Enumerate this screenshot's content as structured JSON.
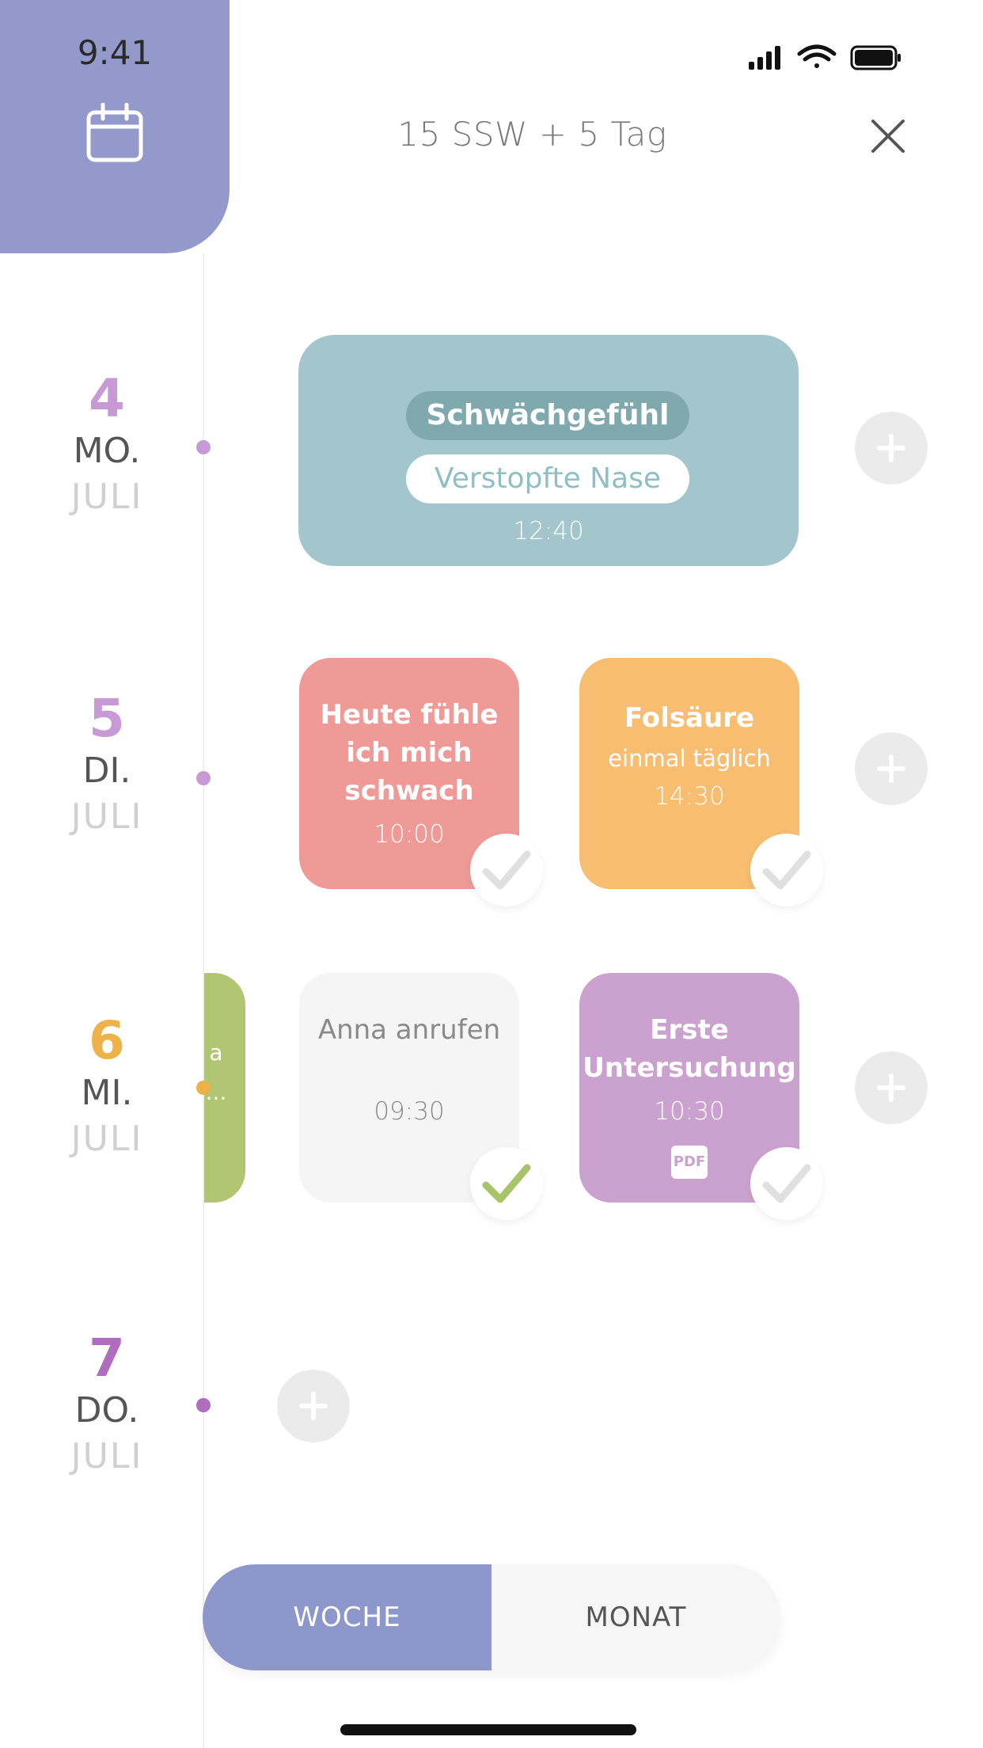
{
  "status": {
    "time": "9:41"
  },
  "header": {
    "title": "15 SSW + 5 Tag"
  },
  "days": [
    {
      "num": "4",
      "weekday": "MO.",
      "month": "JULI",
      "color": "#c79ad6"
    },
    {
      "num": "5",
      "weekday": "DI.",
      "month": "JULI",
      "color": "#c79ad6"
    },
    {
      "num": "6",
      "weekday": "MI.",
      "month": "JULI",
      "color": "#eeb24a"
    },
    {
      "num": "7",
      "weekday": "DO.",
      "month": "JULI",
      "color": "#b06cbd"
    }
  ],
  "entries": {
    "symptoms": {
      "tag1": "Schwächgefühl",
      "tag2": "Verstopfte Nase",
      "time": "12:40",
      "color": "#a2c6cb"
    },
    "note": {
      "title": "Heute fühle ich mich schwach",
      "time": "10:00",
      "color": "#f09a98"
    },
    "medication": {
      "title": "Folsäure",
      "subtitle": "einmal täglich",
      "time": "14:30",
      "color": "#f7bd70"
    },
    "call": {
      "title": "Anna anrufen",
      "time": "09:30",
      "color": "#f5f5f5"
    },
    "exam": {
      "title": "Erste Untersuchung",
      "time": "10:30",
      "badge": "PDF",
      "color": "#cba2cf"
    },
    "partial": {
      "line1": "a",
      "line2": "..."
    }
  },
  "view_toggle": {
    "week": "WOCHE",
    "month": "MONAT"
  },
  "colors": {
    "accent": "#939acb",
    "check_done": "#a8c46a",
    "check_open": "#e0e0e0"
  }
}
